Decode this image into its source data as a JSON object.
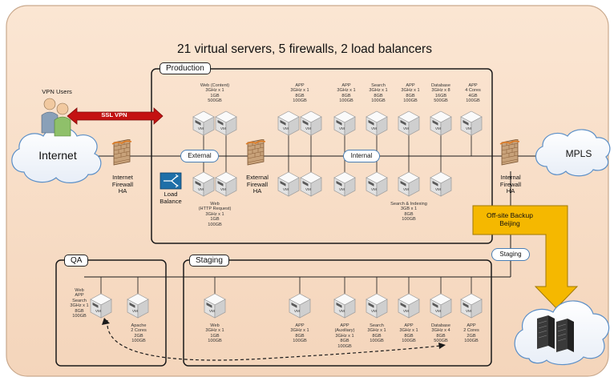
{
  "title": "21 virtual servers, 5 firewalls, 2 load balancers",
  "labels": {
    "vpn_users": "VPN Users",
    "ssl_vpn": "SSL VPN",
    "internet": "Internet",
    "mpls": "MPLS",
    "internet_firewall": "Internet\nFirewall\nHA",
    "external_firewall": "External\nFirewall\nHA",
    "internal_firewall": "Internal\nFirewall\nHA",
    "load_balance": "Load\nBalance",
    "external": "External",
    "internal": "Internal",
    "staging_pill": "Staging",
    "offsite_backup": "Off-site Backup\nBeijing",
    "vm_badge": "VM"
  },
  "panels": {
    "production": "Production",
    "qa": "QA",
    "staging": "Staging"
  },
  "production_top_servers": [
    "Web (Content)\n3GHz x 1\n1GB\n500GB",
    "APP\n3GHz x 1\n8GB\n100GB",
    "APP\n3GHz x 1\n8GB\n100GB",
    "Search\n3GHz x 1\n8GB\n100GB",
    "APP\n3GHz x 1\n8GB\n100GB",
    "Database\n3GHz x 8\n16GB\n500GB",
    "APP\n4 Cores\n4GB\n100GB"
  ],
  "production_bottom_servers": [
    "Web\n(HTTP Request)\n3GHz x 1\n1GB\n100GB",
    "Search & Indexing\n3GB x 1\n8GB\n100GB"
  ],
  "qa_servers": [
    "Web\nAPP\nSearch\n3GHz x 1\n8GB\n100GB",
    "Apache\n2 Cores\n2GB\n100GB"
  ],
  "staging_servers": [
    "Web\n3GHz x 1\n1GB\n100GB",
    "APP\n3GHz x 1\n8GB\n100GB",
    "APP\n(Auxiliary)\n3GHz x 1\n8GB\n100GB",
    "Search\n3GHz x 1\n8GB\n100GB",
    "APP\n3GHz x 1\n8GB\n100GB",
    "Database\n3GHz x 4\n8GB\n500GB",
    "APP\n2 Cores\n2GB\n100GB"
  ],
  "colors": {
    "background": "#f7dcc4",
    "ssl_arrow": "#c41212",
    "backup_arrow": "#f5b800",
    "cloud_fill": "#ffffff",
    "cloud_stroke": "#5b8fc7",
    "line": "#1a1a1a"
  }
}
